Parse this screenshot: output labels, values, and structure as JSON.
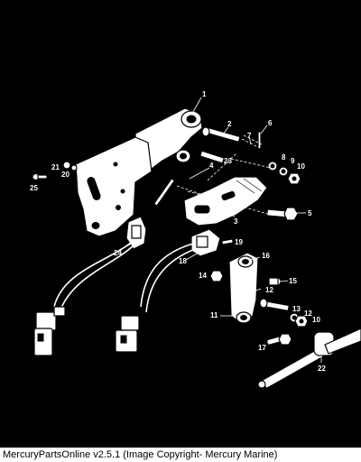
{
  "diagram": {
    "callouts": [
      "1",
      "2",
      "3",
      "4",
      "5",
      "6",
      "7",
      "8",
      "9",
      "10",
      "11",
      "12",
      "13",
      "14",
      "15",
      "16",
      "17",
      "18",
      "19",
      "20",
      "21",
      "22",
      "23",
      "24",
      "25"
    ]
  },
  "footer": {
    "text": "MercuryPartsOnline v2.5.1 (Image Copyright- Mercury Marine)"
  },
  "colors": {
    "background": "#000000",
    "lines": "#ffffff",
    "footer_background": "#ffffff",
    "footer_text": "#000000"
  }
}
